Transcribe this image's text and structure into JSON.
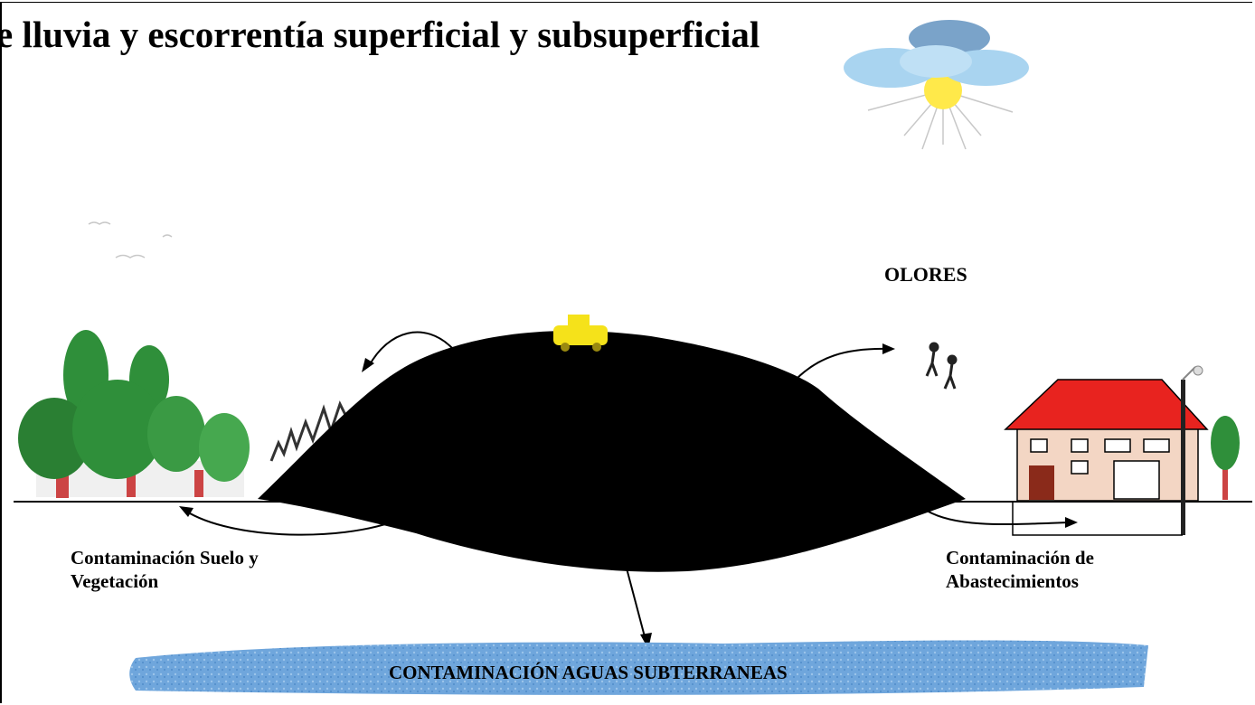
{
  "title": "e lluvia y escorrentía superficial y subsuperficial",
  "labels": {
    "odors": "OLORES",
    "soil_line1": "Contaminación Suelo y",
    "soil_line2": "Vegetación",
    "supply_line1": "Contaminación de",
    "supply_line2": "Abastecimientos",
    "groundwater": "CONTAMINACIÓN AGUAS SUBTERRANEAS"
  },
  "colors": {
    "landfill": "#000000",
    "truck": "#f5e21a",
    "roof": "#e8231f",
    "house_wall": "#f3d6c4",
    "tree": "#2f8f3a",
    "aquifer": "#6fa6dc",
    "sun": "#ffe94a",
    "cloud": "#a9d4f0"
  }
}
